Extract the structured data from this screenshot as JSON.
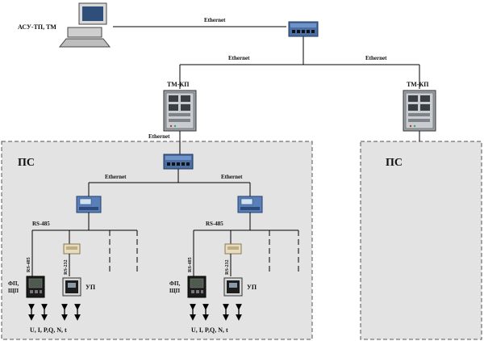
{
  "scada": {
    "label": "АСУ-ТП, ТМ"
  },
  "links": {
    "top": "Ethernet",
    "left_branch": "Ethernet",
    "right_branch": "Ethernet",
    "tm_to_switch": "Ethernet",
    "switch_left": "Ethernet",
    "switch_right": "Ethernet"
  },
  "tm_kp": {
    "left_label": "ТМ-КП",
    "right_label": "ТМ-КП"
  },
  "substations": {
    "left_title": "ПС",
    "right_title": "ПС"
  },
  "groups": [
    {
      "bus_label": "RS-485",
      "meter_bus": "RS-485",
      "converter_bus": "RS-232",
      "meter_label_1": "ФП,",
      "meter_label_2": "ЩП",
      "device_label": "УП",
      "quantities": "U, I, P,Q, N, t"
    },
    {
      "bus_label": "RS-485",
      "meter_bus": "RS-485",
      "converter_bus": "RS-232",
      "meter_label_1": "ФП,",
      "meter_label_2": "ЩП",
      "device_label": "УП",
      "quantities": "U, I, P,Q, N, t"
    }
  ]
}
